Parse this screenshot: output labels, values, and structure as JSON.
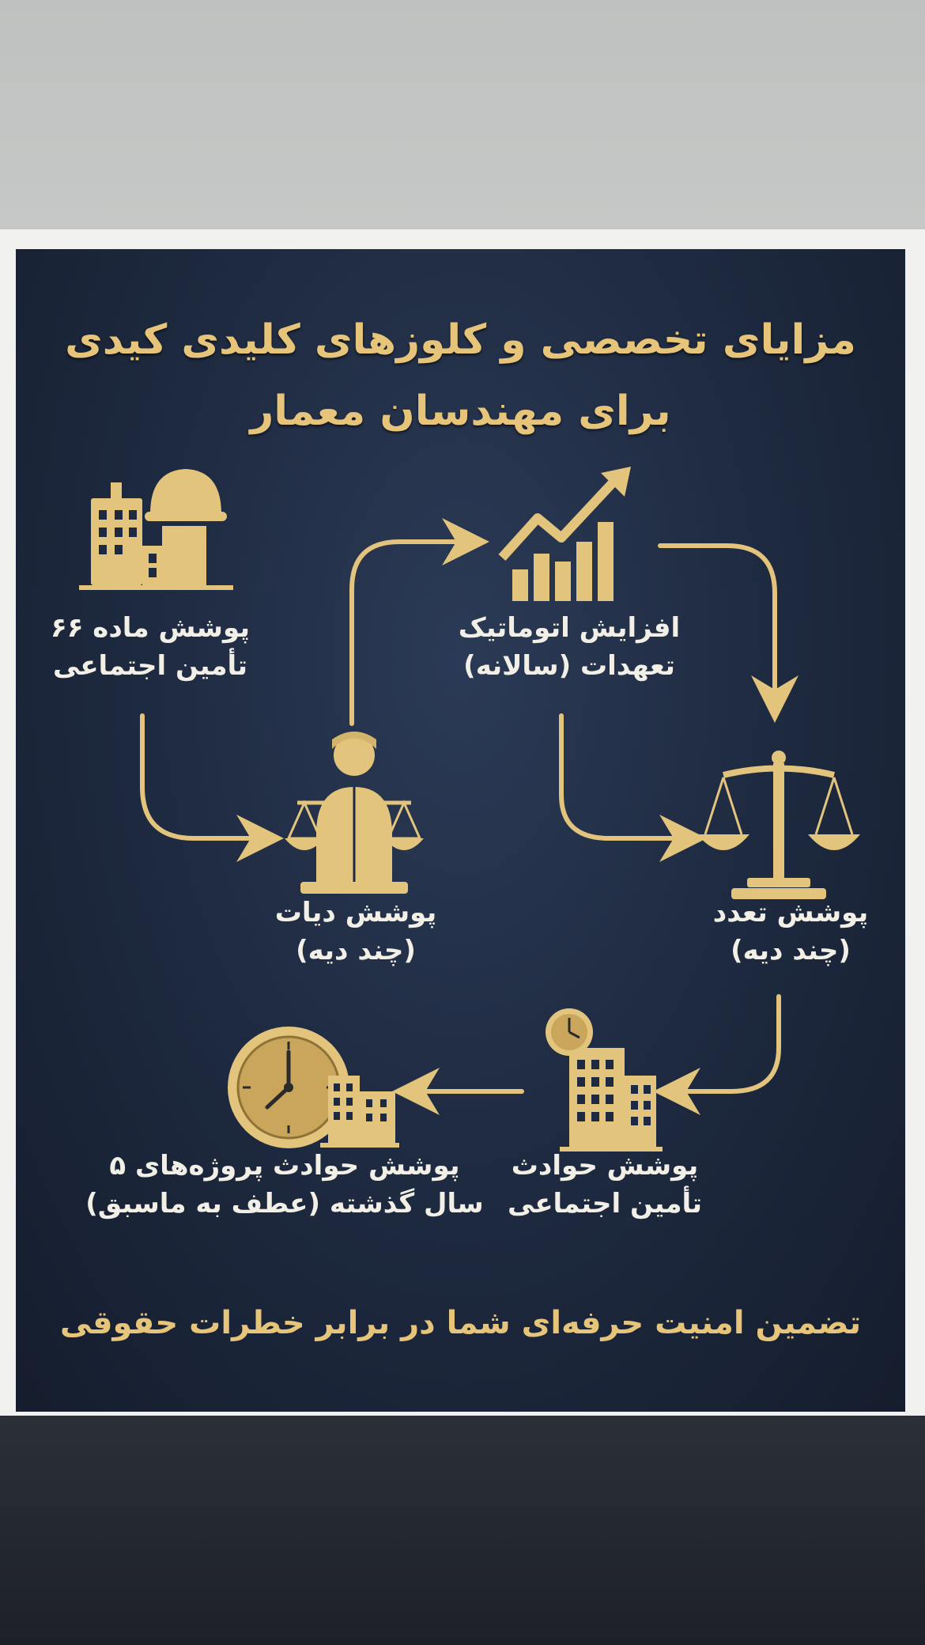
{
  "card": {
    "title_line1": "مزایای تخصصی و کلوزهای کلیدی کیدی",
    "title_line2": "برای مهندسان معمار",
    "items": [
      {
        "icon": "building-helmet-icon",
        "label": "پوشش ماده ۶۶\nتأمین اجتماعی"
      },
      {
        "icon": "growth-chart-icon",
        "label": "افزایش اتوماتیک\nتعهدات (سالانه)"
      },
      {
        "icon": "justice-person-icon",
        "label": "پوشش دیات\n(چند دیه)"
      },
      {
        "icon": "scales-icon",
        "label": "پوشش تعدد\n(چند دیه)"
      },
      {
        "icon": "clock-building-icon",
        "label": "پوشش حوادث پروژه‌های ۵\nسال گذشته (عطف به ماسبق)"
      },
      {
        "icon": "building-clock-icon",
        "label": "پوشش حوادث\nتأمین اجتماعی"
      }
    ],
    "footer": "تضمین امنیت حرفه‌ای شما در برابر خطرات حقوقی"
  },
  "colors": {
    "gold": "#e3c47d",
    "navy": "#1e2a40",
    "label_text": "#f2efe7"
  }
}
